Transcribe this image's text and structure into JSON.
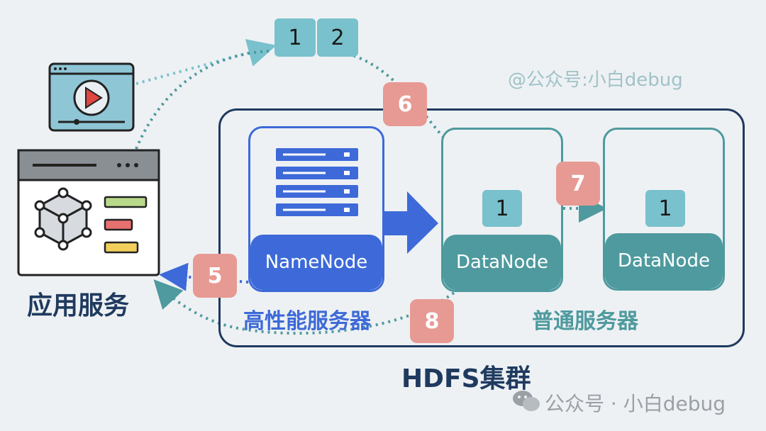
{
  "watermark_top": "@公众号:小白debug",
  "watermark_bottom": "公众号 · 小白debug",
  "app_label": "应用服务",
  "cluster_label": "HDFS集群",
  "high_perf_label": "高性能服务器",
  "normal_label": "普通服务器",
  "namenode_label": "NameNode",
  "datanode1_label": "DataNode",
  "datanode2_label": "DataNode",
  "blocks_top": [
    "1",
    "2"
  ],
  "dn1_block": "1",
  "dn2_block": "1",
  "steps": {
    "s5": "5",
    "s6": "6",
    "s7": "7",
    "s8": "8"
  },
  "colors": {
    "teal": "#4e9a9e",
    "blue": "#3d6ad8",
    "badge": "#e79a93",
    "block": "#79c1cc",
    "navy": "#1f3a5f"
  }
}
